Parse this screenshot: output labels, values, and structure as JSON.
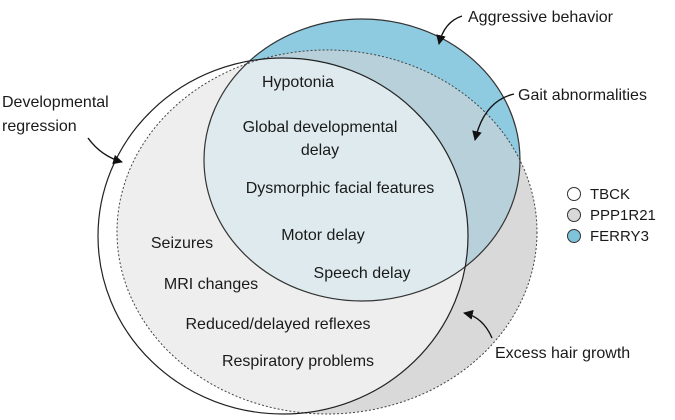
{
  "diagram": {
    "type": "venn",
    "sets": [
      {
        "key": "tbck",
        "name": "TBCK",
        "color": "#ffffff"
      },
      {
        "key": "ppp1r21",
        "name": "PPP1R21",
        "color": "#d9d9d9"
      },
      {
        "key": "ferry3",
        "name": "FERRY3",
        "color": "#7ec3d9"
      }
    ],
    "all_three": {
      "hypotonia": "Hypotonia",
      "gdd_line1": "Global developmental",
      "gdd_line2": "delay",
      "dysmorphic": "Dysmorphic facial features",
      "motor": "Motor delay",
      "speech": "Speech delay"
    },
    "tbck_ppp1r21": {
      "seizures": "Seizures",
      "mri": "MRI changes",
      "reflexes": "Reduced/delayed reflexes",
      "respiratory": "Respiratory problems"
    },
    "callouts": {
      "aggressive": "Aggressive behavior",
      "gait": "Gait abnormalities",
      "regression_line1": "Developmental",
      "regression_line2": "regression",
      "hair": "Excess hair growth"
    }
  }
}
